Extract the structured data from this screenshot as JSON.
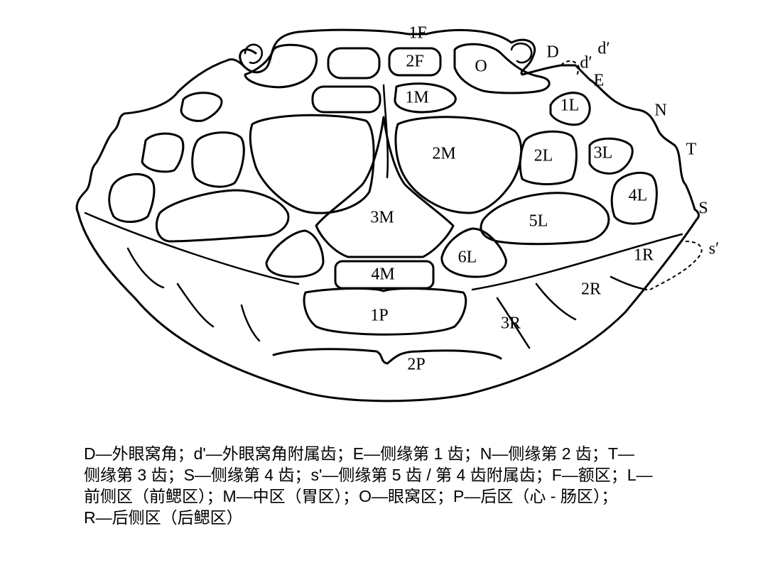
{
  "figure": {
    "labels": {
      "1F": "1F",
      "2F": "2F",
      "O": "O",
      "D": "D",
      "d_prime_top": "d′",
      "d_prime": "d′",
      "E": "E",
      "N": "N",
      "T": "T",
      "S": "S",
      "s_prime": "s′",
      "1M": "1M",
      "1L": "1L",
      "2M": "2M",
      "2L": "2L",
      "3L": "3L",
      "4L": "4L",
      "3M": "3M",
      "5L": "5L",
      "6L": "6L",
      "1R": "1R",
      "4M": "4M",
      "2R": "2R",
      "1P": "1P",
      "3R": "3R",
      "2P": "2P"
    },
    "caption_lines": [
      "D—外眼窝角；d'—外眼窝角附属齿；E—侧缘第 1 齿；N—侧缘第 2 齿；T—",
      "侧缘第 3 齿；S—侧缘第 4 齿；s'—侧缘第 5 齿 / 第 4 齿附属齿；F—额区；L—",
      "前侧区（前鳃区）；M—中区（胃区）；O—眼窝区；P—后区（心 - 肠区）；",
      "R—后侧区（后鳃区）"
    ]
  }
}
